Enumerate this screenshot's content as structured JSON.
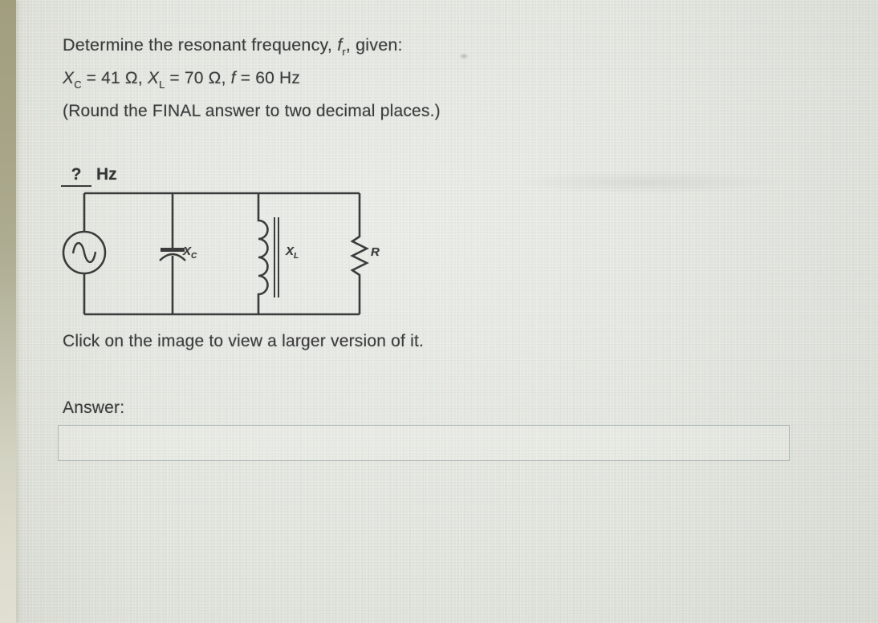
{
  "page": {
    "background_hex": "#e1e3dc",
    "text_color_hex": "#3c3c3c"
  },
  "question": {
    "line1_pre": "Determine the resonant frequency, ",
    "line1_var": "f",
    "line1_var_sub": "r",
    "line1_post": ", given:",
    "given_xc_var": "X",
    "given_xc_sub": "C",
    "given_xc_rest": " = 41 Ω, ",
    "given_xl_var": "X",
    "given_xl_sub": "L",
    "given_xl_rest": " = 70 Ω, ",
    "given_f_var": "f",
    "given_f_rest": " = 60 Hz",
    "round_note": "(Round the FINAL answer to two decimal places.)"
  },
  "blank": {
    "mark": "?",
    "unit": "Hz"
  },
  "circuit": {
    "stroke_hex": "#3b3b3b",
    "capacitor_var": "X",
    "capacitor_sub": "C",
    "inductor_var": "X",
    "inductor_sub": "L",
    "resistor_label": "R"
  },
  "caption": "Click on the image to view a larger version of it.",
  "answer": {
    "label": "Answer:",
    "value": ""
  }
}
